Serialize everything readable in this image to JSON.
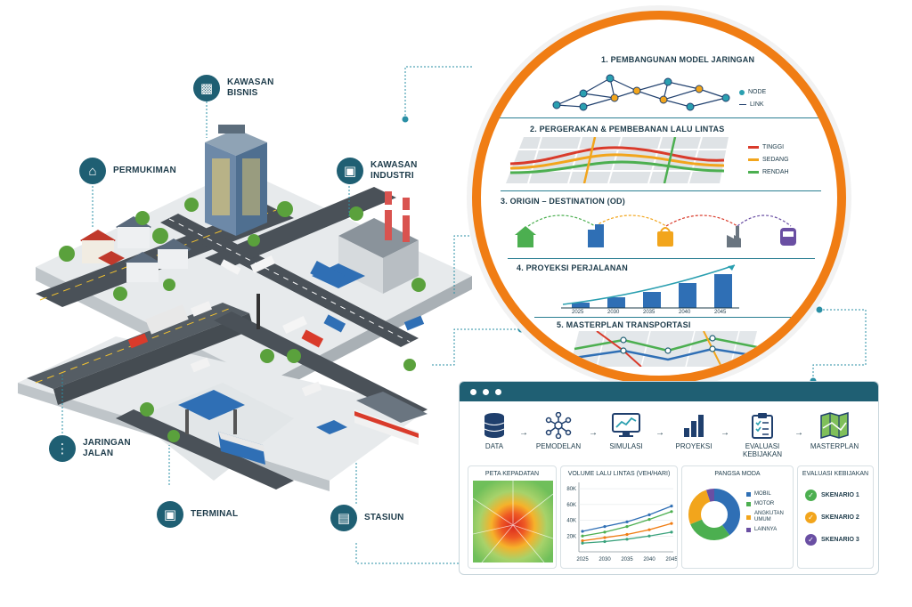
{
  "locations": {
    "kawasan_bisnis": {
      "label": "KAWASAN\nBISNIS",
      "icon": "building-icon"
    },
    "permukiman": {
      "label": "PERMUKIMAN",
      "icon": "house-icon"
    },
    "kawasan_industri": {
      "label": "KAWASAN\nINDUSTRI",
      "icon": "factory-icon"
    },
    "jaringan_jalan": {
      "label": "JARINGAN\nJALAN",
      "icon": "road-icon"
    },
    "terminal": {
      "label": "TERMINAL",
      "icon": "bus-icon"
    },
    "stasiun": {
      "label": "STASIUN",
      "icon": "train-icon"
    }
  },
  "steps": {
    "s1": {
      "title": "1. PEMBANGUNAN MODEL JARINGAN",
      "legend_node": "NODE",
      "legend_link": "LINK"
    },
    "s2": {
      "title": "2. PERGERAKAN & PEMBEBANAN LALU LINTAS",
      "legend_high": "TINGGI",
      "legend_mid": "SEDANG",
      "legend_low": "RENDAH"
    },
    "s3": {
      "title": "3. ORIGIN – DESTINATION (OD)"
    },
    "s4": {
      "title": "4. PROYEKSI PERJALANAN",
      "years": [
        "2025",
        "2030",
        "2035",
        "2040",
        "2045"
      ]
    },
    "s5": {
      "title": "5. MASTERPLAN TRANSPORTASI"
    }
  },
  "colors": {
    "accent": "#f07d14",
    "teal": "#1f5f73",
    "high": "#d93b2b",
    "mid": "#f2a51c",
    "low": "#4caf50"
  },
  "dashboard": {
    "flow": [
      {
        "label": "DATA",
        "icon": "database-icon"
      },
      {
        "label": "PEMODELAN",
        "icon": "network-icon"
      },
      {
        "label": "SIMULASI",
        "icon": "monitor-chart-icon"
      },
      {
        "label": "PROYEKSI",
        "icon": "bar-chart-icon"
      },
      {
        "label": "EVALUASI\nKEBIJAKAN",
        "icon": "clipboard-icon"
      },
      {
        "label": "MASTERPLAN",
        "icon": "map-icon"
      }
    ],
    "heatmap": {
      "title": "PETA KEPADATAN"
    },
    "pangsa": {
      "title": "PANGSA MODA",
      "items": [
        "MOBIL",
        "MOTOR",
        "ANGKUTAN\nUMUM",
        "LAINNYA"
      ]
    },
    "evaluasi": {
      "title": "EVALUASI KEBIJAKAN",
      "items": [
        "SKENARIO 1",
        "SKENARIO 2",
        "SKENARIO 3"
      ]
    }
  },
  "chart_data": {
    "type": "line",
    "title": "VOLUME LALU LINTAS (VEH/HARI)",
    "categories": [
      "2025",
      "2030",
      "2035",
      "2040",
      "2045"
    ],
    "ytick_labels": [
      "20K",
      "40K",
      "60K",
      "80K"
    ],
    "ylim": [
      0,
      88000
    ],
    "series": [
      {
        "color": "#2f6fb5",
        "values": [
          26000,
          32000,
          38000,
          47000,
          58000
        ]
      },
      {
        "color": "#4caf50",
        "values": [
          20000,
          25000,
          32000,
          41000,
          51000
        ]
      },
      {
        "color": "#f07d14",
        "values": [
          14000,
          18000,
          22000,
          28000,
          36000
        ]
      },
      {
        "color": "#3aa27c",
        "values": [
          11000,
          13000,
          16000,
          20000,
          25000
        ]
      }
    ],
    "grid": true
  }
}
